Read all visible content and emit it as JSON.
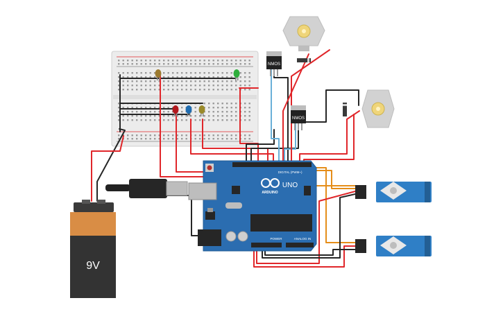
{
  "battery": {
    "label": "9V"
  },
  "arduino": {
    "logo_text": "ARDUINO",
    "model_text": "UNO",
    "digital_label": "DIGITAL (PWM~)",
    "power_label": "POWER",
    "analog_label": "ANALOG IN"
  },
  "mosfets": [
    {
      "label": "NMOS"
    },
    {
      "label": "NMOS"
    }
  ],
  "colors": {
    "wire_red": "#e0262a",
    "wire_black": "#262626",
    "wire_blue": "#6ab0d8",
    "wire_orange": "#e58d19",
    "board_blue": "#2b6db0",
    "servo_blue": "#2f7fc6",
    "battery_orange": "#d98d45"
  }
}
